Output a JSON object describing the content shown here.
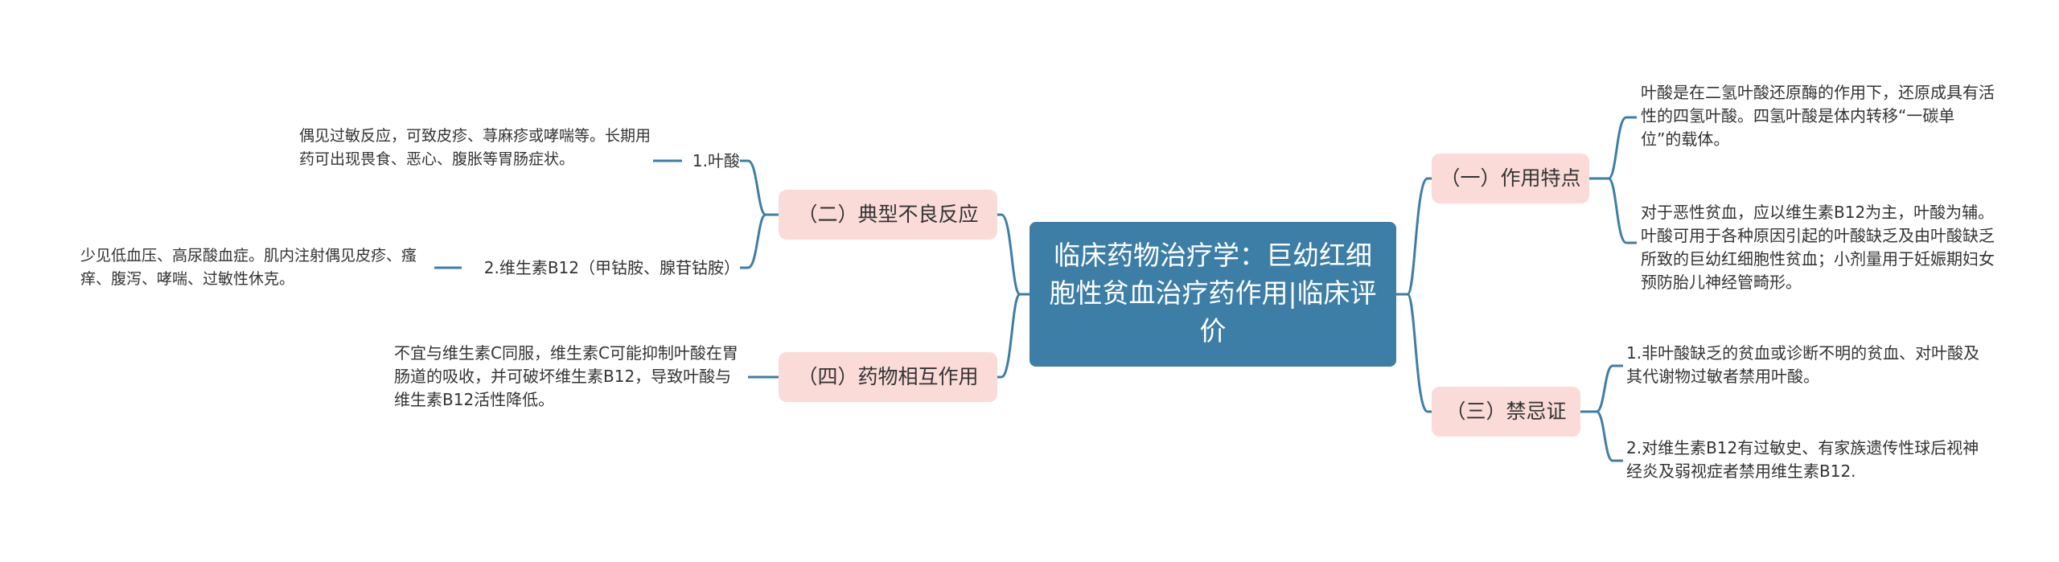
{
  "root": {
    "title": "临床药物治疗学：巨幼红细胞性贫血治疗药作用|临床评价"
  },
  "right": [
    {
      "label": "（一）作用特点",
      "items": [
        "叶酸是在二氢叶酸还原酶的作用下，还原成具有活性的四氢叶酸。四氢叶酸是体内转移“一碳单位”的载体。",
        "对于恶性贫血，应以维生素B12为主，叶酸为辅。叶酸可用于各种原因引起的叶酸缺乏及由叶酸缺乏所致的巨幼红细胞性贫血；小剂量用于妊娠期妇女预防胎儿神经管畸形。"
      ]
    },
    {
      "label": "（三）禁忌证",
      "items": [
        "1.非叶酸缺乏的贫血或诊断不明的贫血、对叶酸及其代谢物过敏者禁用叶酸。",
        "2.对维生素B12有过敏史、有家族遗传性球后视神经炎及弱视症者禁用维生素B12."
      ]
    }
  ],
  "left": [
    {
      "label": "（二）典型不良反应",
      "children": [
        {
          "label": "1.叶酸",
          "detail": "偶见过敏反应，可致皮疹、荨麻疹或哮喘等。长期用药可出现畏食、恶心、腹胀等胃肠症状。"
        },
        {
          "label": "2.维生素B12（甲钴胺、腺苷钴胺）",
          "detail": "少见低血压、高尿酸血症。肌内注射偶见皮疹、瘙痒、腹泻、哮喘、过敏性休克。"
        }
      ]
    },
    {
      "label": "（四）药物相互作用",
      "items": [
        "不宜与维生素C同服，维生素C可能抑制叶酸在胃肠道的吸收，并可破坏维生素B12，导致叶酸与维生素B12活性降低。"
      ]
    }
  ],
  "colors": {
    "root": "#3d7ea6",
    "branch": "#fadbd8",
    "line": "#3d7ea6"
  }
}
